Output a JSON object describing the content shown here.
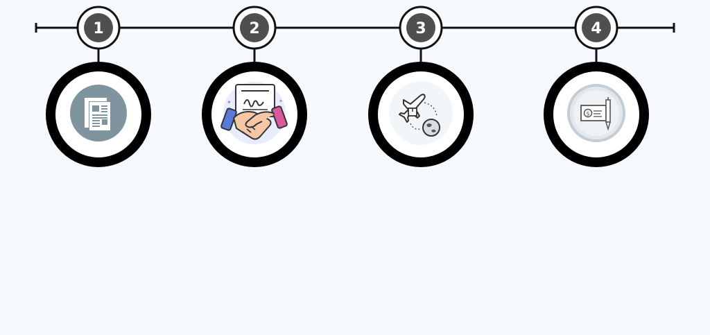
{
  "colors": {
    "background": "#f5f9fd",
    "timeline": "#111111",
    "badge_fill": "#4f4f4f",
    "badge_ring": "#111111",
    "icon_ring": "#000000",
    "icon_inner": "#f3f6f9",
    "document_icon_bg": "#7f949e",
    "handshake_bg": "#e9ecfb"
  },
  "steps": [
    {
      "number": "1",
      "icon": "document-icon"
    },
    {
      "number": "2",
      "icon": "handshake-contract-icon"
    },
    {
      "number": "3",
      "icon": "airplane-globe-shipping-icon"
    },
    {
      "number": "4",
      "icon": "check-payment-pen-icon"
    }
  ]
}
